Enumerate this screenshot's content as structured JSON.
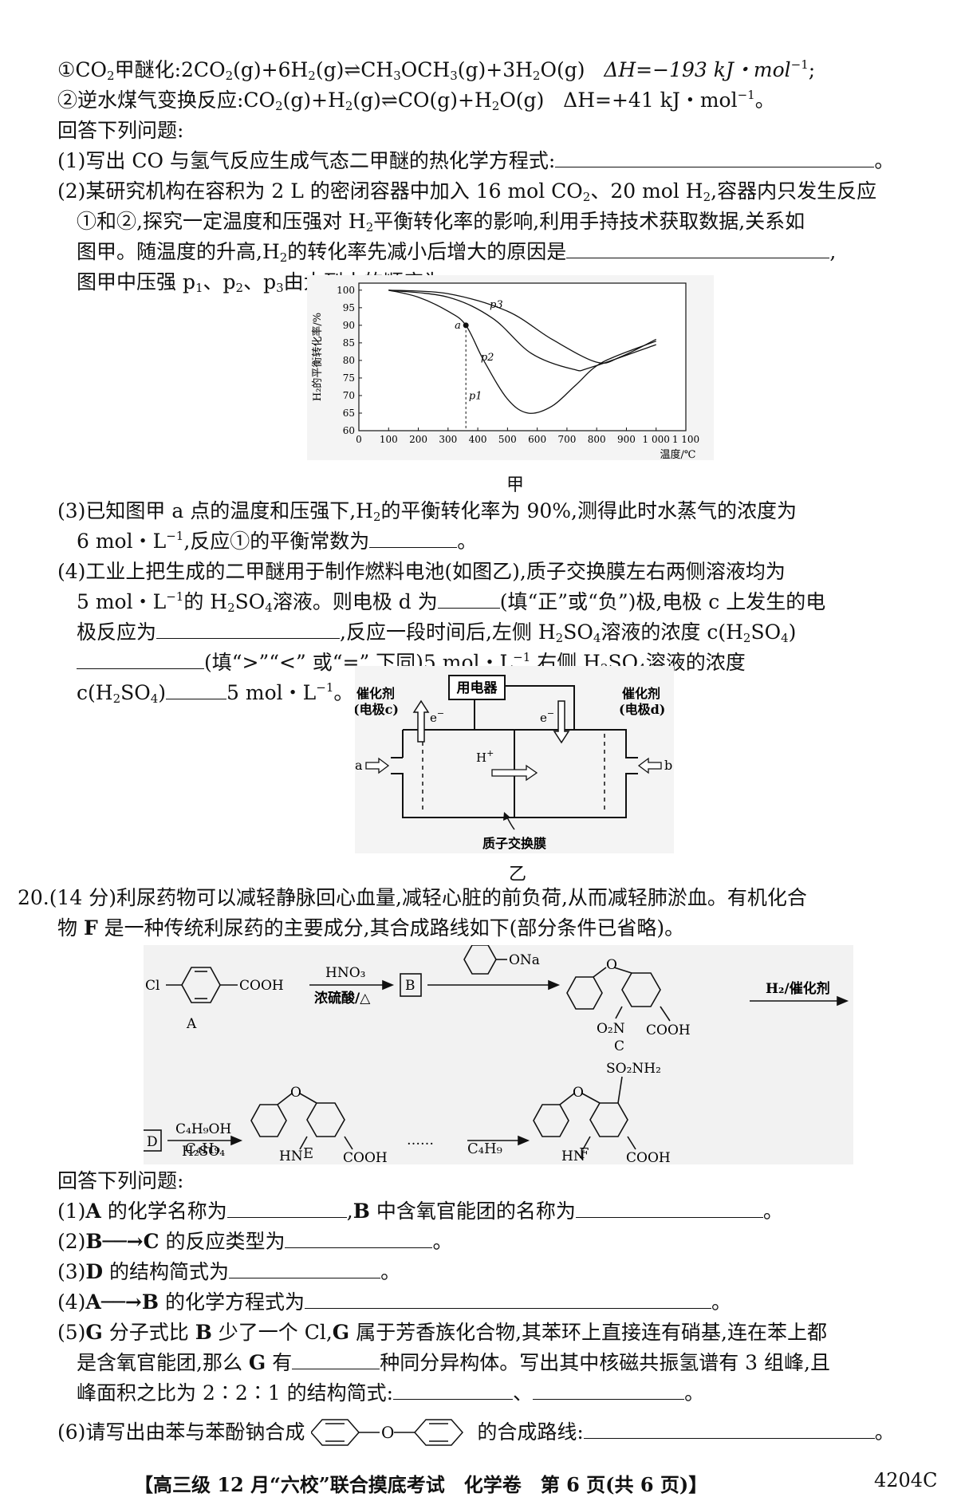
{
  "q19": {
    "r1_label": "①CO",
    "r1_name": "甲醚化:",
    "r1_dh": "ΔH=−193 kJ・mol",
    "r2_label": "②逆水煤气变换反应:CO",
    "r2_dh": "ΔH=+41 kJ・mol",
    "answer_intro": "回答下列问题:",
    "p1": "(1)写出 CO 与氢气反应生成气态二甲醚的热化学方程式:",
    "p2_a": "(2)某研究机构在容积为 2 L 的密闭容器中加入 16 mol CO",
    "p2_a2": "、20 mol H",
    "p2_a3": ",容器内只发生反应",
    "p2_b": "①和②,探究一定温度和压强对 H",
    "p2_b2": "平衡转化率的影响,利用手持技术获取数据,关系如",
    "p2_c": "图甲。随温度的升高,H",
    "p2_c2": "的转化率先减小后增大的原因是",
    "p2_d": "图甲中压强 p",
    "p2_d2": "由大到小的顺序为",
    "p3_a": "(3)已知图甲 a 点的温度和压强下,H",
    "p3_a2": "的平衡转化率为 90%,测得此时水蒸气的浓度为",
    "p3_b": "6 mol・L",
    "p3_b2": ",反应①的平衡常数为",
    "p4_a": "(4)工业上把生成的二甲醚用于制作燃料电池(如图乙),质子交换膜左右两侧溶液均为",
    "p4_b": "5 mol・L",
    "p4_b2": "的 H",
    "p4_b3": "SO",
    "p4_b4": "溶液。则电极 d 为",
    "p4_b5": "(填“正”或“负”)极,电极 c 上发生的电",
    "p4_c": "极反应为",
    "p4_c2": ",反应一段时间后,左侧 H",
    "p4_c3": "溶液的浓度 c(H",
    "p4_d": "(填“>”“<” 或“=”,下同)5 mol・L",
    "p4_d2": ",右侧 H",
    "p4_d3": "溶液的浓度",
    "p4_e": "c(H",
    "p4_e2": "5 mol・L"
  },
  "chart_caption": "甲",
  "chart_data": {
    "type": "line",
    "ylabel": "H₂的平衡转化率/%",
    "xlabel": "温度/℃",
    "x_ticks": [
      "0",
      "100",
      "200",
      "300",
      "400",
      "500",
      "600",
      "700",
      "800",
      "900",
      "1 000",
      "1 100"
    ],
    "y_ticks": [
      "60",
      "65",
      "70",
      "75",
      "80",
      "85",
      "90",
      "95",
      "100"
    ],
    "xlim": [
      0,
      1100
    ],
    "ylim": [
      60,
      102
    ],
    "series": [
      {
        "name": "p3",
        "x": [
          100,
          300,
          500,
          650,
          800,
          880,
          1000
        ],
        "y": [
          100,
          99,
          94,
          86,
          79.5,
          81,
          86
        ]
      },
      {
        "name": "p2",
        "x": [
          100,
          300,
          450,
          580,
          720,
          780,
          1000
        ],
        "y": [
          100,
          98,
          92,
          82,
          77.5,
          78,
          84.5
        ]
      },
      {
        "name": "p1",
        "x": [
          100,
          200,
          300,
          360,
          420,
          500,
          570,
          650,
          730,
          820,
          1000
        ],
        "y": [
          100,
          98,
          94,
          90,
          80,
          69,
          65,
          67,
          73,
          79.5,
          85.5
        ]
      }
    ],
    "point": {
      "label": "a",
      "x": 360,
      "y": 90
    },
    "grid": false
  },
  "cell": {
    "device": "用电器",
    "cat_left1": "催化剂",
    "cat_left2": "(电极c)",
    "cat_right1": "催化剂",
    "cat_right2": "(电极d)",
    "e_left": "e",
    "e_right": "e",
    "a": "a",
    "b": "b",
    "hplus": "H",
    "membrane": "质子交换膜",
    "caption": "乙"
  },
  "q20": {
    "head": "20.(14 分)利尿药物可以减轻静脉回心血量,减轻心脏的前负荷,从而减轻肺淤血。有机化合",
    "head2a": "物 ",
    "head2b": "F",
    "head2c": " 是一种传统利尿药的主要成分,其合成路线如下(部分条件已省略)。",
    "answer_intro": "回答下列问题:",
    "q1a": "(1)",
    "q1b": "A",
    "q1c": " 的化学名称为",
    "q1d": ",",
    "q1e": "B",
    "q1f": " 中含氧官能团的名称为",
    "q2a": "(2)",
    "q2b": "B──→C",
    "q2c": " 的反应类型为",
    "q3a": "(3)",
    "q3b": "D",
    "q3c": " 的结构简式为",
    "q4a": "(4)",
    "q4b": "A──→B",
    "q4c": " 的化学方程式为",
    "q5a": "(5)",
    "q5b": "G",
    "q5c": " 分子式比 ",
    "q5d": "B",
    "q5e": " 少了一个 Cl,",
    "q5f": "G",
    "q5g": " 属于芳香族化合物,其苯环上直接连有硝基,连在苯上都",
    "q5h": "是含氧官能团,那么 ",
    "q5i": "G",
    "q5j": " 有",
    "q5k": "种同分异构体。写出其中核磁共振氢谱有 3 组峰,且",
    "q5l": "峰面积之比为 2∶2∶1 的结构简式:",
    "q6a": "(6)请写出由苯与苯酚钠合成",
    "q6b": "的合成路线:"
  },
  "scheme": {
    "cl": "Cl",
    "cooh": "COOH",
    "hno3": "HNO₃",
    "h2so4_conc": "浓硫酸/△",
    "boxB": "B",
    "ona": "ONa",
    "o": "O",
    "o2n": "O₂N",
    "h2cat": "H₂/催化剂",
    "boxD": "D",
    "c4h9oh": "C₄H₉OH",
    "h2so4": "H₂SO₄",
    "hn": "HN",
    "c4h9": "C₄H₉",
    "so2nh2": "SO₂NH₂",
    "dots": "……",
    "lbl_a": "A",
    "lbl_c": "C",
    "lbl_e": "E",
    "lbl_f": "F"
  },
  "footer": {
    "main": "【高三级 12 月“六校”联合摸底考试　化学卷　第 6 页(共 6 页)】",
    "code": "4204C"
  }
}
